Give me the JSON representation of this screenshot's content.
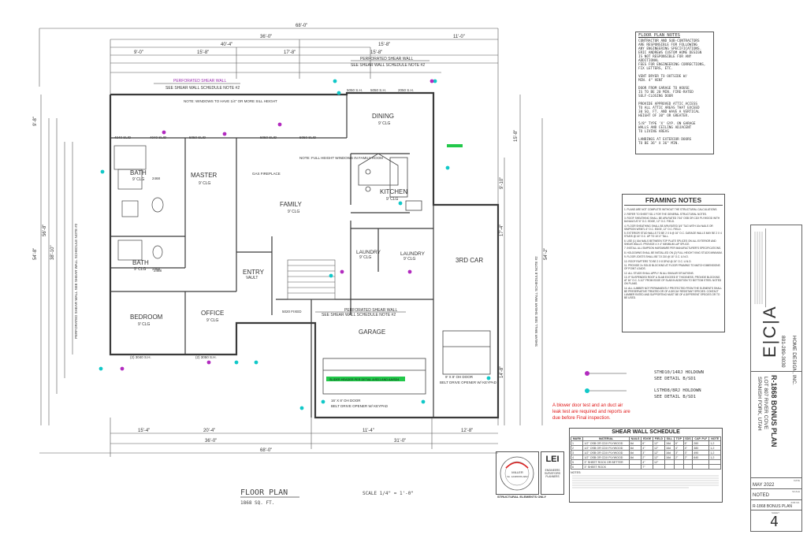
{
  "plan": {
    "title": "FLOOR PLAN",
    "area": "1868 SQ. FT.",
    "scale": "SCALE 1/4\" = 1'-0\"",
    "overall_width": "68'-0\"",
    "top_dims": [
      "36'-0\"",
      "15'-8\"",
      "11'-0\""
    ],
    "top_dims2": [
      "40'-4\"",
      "15'-8\""
    ],
    "top_dims3": [
      "9'-0\"",
      "15'-8\"",
      "17'-8\"",
      "15'-8\""
    ],
    "bottom_dims": [
      "15'-4\"",
      "20'-4\"",
      "11'-4\"",
      "12'-8\""
    ],
    "bottom_dims2": [
      "36'-0\"",
      "31'-0\""
    ],
    "left_dims": [
      "9'-8\"",
      "54'-8\"",
      "56'-8\"",
      "38'-10\""
    ],
    "right_dims": [
      "15'-8\"",
      "9'-10\"",
      "17'-4\"",
      "54'-2\"",
      "14'-8\""
    ],
    "rooms": [
      {
        "name": "MASTER",
        "ceiling": "9' CLG"
      },
      {
        "name": "FAMILY",
        "ceiling": "9' CLG"
      },
      {
        "name": "KITCHEN",
        "ceiling": "9' CLG"
      },
      {
        "name": "DINING",
        "ceiling": "9' CLG"
      },
      {
        "name": "BATH",
        "ceiling": "9' CLG"
      },
      {
        "name": "BATH",
        "ceiling": "9' CLG"
      },
      {
        "name": "BEDROOM",
        "ceiling": "9' CLG"
      },
      {
        "name": "OFFICE",
        "ceiling": "9' CLG"
      },
      {
        "name": "ENTRY",
        "ceiling": "VAULT"
      },
      {
        "name": "LAUNDRY",
        "ceiling": "9' CLG"
      },
      {
        "name": "LAUNDRY",
        "ceiling": "9' CLG"
      },
      {
        "name": "3RD CAR",
        "ceiling": ""
      },
      {
        "name": "GARAGE",
        "ceiling": ""
      }
    ],
    "shear_labels": {
      "perforated": "PERFORATED SHEAR WALL",
      "schedule_note": "SEE SHEAR WALL SCHEDULE NOTE #2",
      "shear_wall": "SHEAR WALL",
      "left_vertical": "PERFORATED SHEAR WALL SEE SHEAR WALL SCHEDULE NOTE #2",
      "right_vertical": "SHEAR WALL SEE SHEAR WALL SCHEDULE NOTE #2"
    },
    "windows": [
      "5050 SLID",
      "5050 SLID",
      "5050 SLID",
      "5050 S.H.",
      "4040 SLID",
      "4040 SLID",
      "(2) 3040 S.H.",
      "(2) 3050 S.H.",
      "5050 S.H.",
      "2050 S.H.",
      "5020 FIXED"
    ],
    "doors": [
      "16' X 8' OH DOOR",
      "9' X 8' OH DOOR",
      "2468",
      "2468",
      "2468"
    ],
    "garage_notes": [
      "BELT DRIVE OPENER W/ KEYPAD",
      "BELT DRIVE OPENER W/ KEYPAD"
    ],
    "header_note": "SLIDER HEADER PER DETAIL A/SD1 AND AA/SD4",
    "family_note": "NOTE: FULL HEIGHT WINDOWS IN FAMILY ROOM",
    "fireplace_note": "GAS FIREPLACE",
    "window_note": "NOTE: WINDOWS TO HAVE 1/4\" OR MORE SILL HEIGHT",
    "holdown1": [
      "STHD10/14RJ HOLDOWN",
      "SEE DETAIL B/SD1"
    ],
    "holdown2": [
      "LSTHD8/8RJ HOLDOWN",
      "SEE DETAIL B/SD1"
    ],
    "blower_note": "A blower door test and an duct air leak test are required and reports are due before Final inspection."
  },
  "floor_plan_notes": {
    "title": "FLOOR PLAN NOTES",
    "lines": [
      "CONTRACTOR AND SUB-CONTRACTORS",
      "ARE RESPONSIBLE FOR FOLLOWING",
      "ANY ENGINEERING SPECIFICATIONS.",
      "ERIC ANDREWS CUSTOM HOME DESIGN",
      "IS NOT RESPONSIBLE FOR ANY ADDITIONAL",
      "FEES FOR ENGINEERING CORRECTIONS,",
      "FIX LETTERS, ETC.",
      "",
      "VENT DRYER TO OUTSIDE W/",
      "MIN. 4\" VENT",
      "",
      "DOOR FROM GARAGE TO HOUSE",
      "IS TO BE 20 MIN. FIRE-RATED",
      "SELF-CLOSING DOOR",
      "",
      "PROVIDE APPROVED ATTIC ACCESS",
      "TO ALL ATTIC AREAS THAT EXCEED",
      "30 SQ. FT. AND HAVE A VERTICAL",
      "HEIGHT OF 30\" OR GREATER.",
      "",
      "5/8\" TYPE 'X' GYP. ON GARAGE",
      "WALLS AND CEILING ADJACENT",
      "TO LIVING AREAS",
      "",
      "LANDINGS AT EXTERIOR DOORS",
      "TO BE 36\" X 36\" MIN."
    ]
  },
  "framing_notes": {
    "title": "FRAMING NOTES",
    "items": [
      "1. PLANS ARE NOT COMPLETE WITHOUT THE STRUCTURAL CALCULATIONS.",
      "2. REFER TO SHEET SD-1 FOR THE GENERAL STRUCTURAL NOTES.",
      "3. ROOF SHEATHING SHALL BE APA RATED 7/16\" OSB OR CDX PLYWOOD WITH 8d NAILS AT 6\" O.C. EDGE, 12\" O.C. FIELD.",
      "4. FLOOR SHEATHING SHALL BE APA RATED 3/4\" T&G WITH 10d NAILS OR SIMPSON WSNTL 6\" O.C. EDGE, 12\" O.C. FIELD.",
      "5. EXTERIOR STUD WALLS TO BE 2 X 6 @ 16\" O.C. GARAGE WALLS MAY BE 2 X 4 STUDS @ 16\" O.C. UP TO 10'-0\" TALL.",
      "6. USE (1) 16d NAILS BETWEEN TOP PLATE SPLICES ON ALL EXTERIOR AND SHEAR WALLS. PROVIDE 4 X 4\" MINIMUM LAP SPLICE.",
      "7. INSTALL ALL SIMPSON HARDWARE PER MANUFACTURER'S SPECIFICATIONS.",
      "8. HOLDOWNS SHALL BE INSTALLED ON (2) FULL HEIGHT KING STUDS MINIMUM.",
      "9. FLOOR JOISTS SHALL BE TJI 210 @ 16\" O.C. U.N.O.",
      "10. ROOF RAFTERS TO BE 2 X 8 DF#2 @ 24\" O.C. U.N.O.",
      "11. PROVIDE 2x SOLID BLOCKING AT FLOOR FRAMING TO MATCH DIMENSIONS OF POINT LOADS.",
      "12. ALL STUDS SHALL APPLY IN ALL SIMILAR SITUATIONS.",
      "13. IF SUSPENDED ROOF & SLAB EXCEED 8\" THICKNESS, PROVIDE BLOCKING AT 16\" O.C. 3-1/2\" FROM EDGE OF SLAB IN ADDITION TO BOTTOM STEEL NOTED ON PLANS.",
      "14. ALL LUMBER NOT PERMANENTLY PROTECTED FROM THE ELEMENTS SHALL BE PRESERVATIVE TREATED OR OF A DECAY RESISTANT SPECIES. CONTACT LUMBER RATED AND SUPPORTING MUST BE OF A DIFFERENT SPECIES OR TO BE USED."
    ]
  },
  "shear_wall_schedule": {
    "title": "SHEAR WALL SCHEDULE",
    "headers": [
      "MARK",
      "MATERIAL",
      "NAILS",
      "EDGE",
      "FIELD",
      "SILL",
      "TOP",
      "SDS",
      "CAP. PLF",
      "NOTE"
    ],
    "rows": [
      [
        "1",
        "1/2\" OSB OR CDX PLYWOOD",
        "8d",
        "6\"",
        "12\"",
        "16d",
        "6\"",
        "6\"",
        "260",
        "1,2"
      ],
      [
        "2",
        "1/2\" OSB OR CDX PLYWOOD",
        "8d",
        "4\"",
        "12\"",
        "16d",
        "4\"",
        "4\"",
        "380",
        "1,2"
      ],
      [
        "3",
        "1/2\" OSB OR CDX PLYWOOD",
        "8d",
        "3\"",
        "12\"",
        "16d",
        "3\"",
        "3\"",
        "490",
        "1,2"
      ],
      [
        "4",
        "1/2\" OSB OR CDX PLYWOOD",
        "8d",
        "2\"",
        "12\"",
        "16d",
        "2\"",
        "2\"",
        "640",
        "1,2"
      ],
      [
        "5",
        "3\" SHEET ROCK OR BETTER",
        "",
        "4\"",
        "12\"",
        "",
        "",
        "",
        "",
        ""
      ],
      [
        "6",
        "3\" SHEET ROCK",
        "",
        "7\"",
        "",
        "",
        "",
        "",
        "",
        ""
      ]
    ],
    "notes_label": "NOTES:"
  },
  "stamps": {
    "engineer_name": "MILLER",
    "engineer_no": "No. 12345678-2202",
    "lei_logo": "LEI",
    "lei_lines": [
      "ENGINEERS",
      "SURVEYORS",
      "PLANNERS"
    ],
    "structural_only": "STRUCTURAL ELEMENTS ONLY"
  },
  "title_block": {
    "logo": "E|C|A",
    "company": "HOME DESIGN, INC.",
    "phone": "801-289-3030",
    "project": "R-1868 BONUS PLAN",
    "address1": "LOT 807 RIVER COVE",
    "address2": "SPANISH FORK, UTAH",
    "date_label": "DATE",
    "date": "MAY 2022",
    "scale_label": "SCALE",
    "scale": "NOTED",
    "job_label": "JOB NO.",
    "job": "R-1868 BONUS PLAN",
    "sheet_label": "SHEET",
    "sheet": "4"
  },
  "colors": {
    "line": "#3a3a3a",
    "shear_purple": "#9b2fae",
    "marker_cyan": "#10c8c8",
    "marker_purple": "#b22bbf",
    "note_red": "#e01818",
    "header_green": "#22c84a"
  }
}
